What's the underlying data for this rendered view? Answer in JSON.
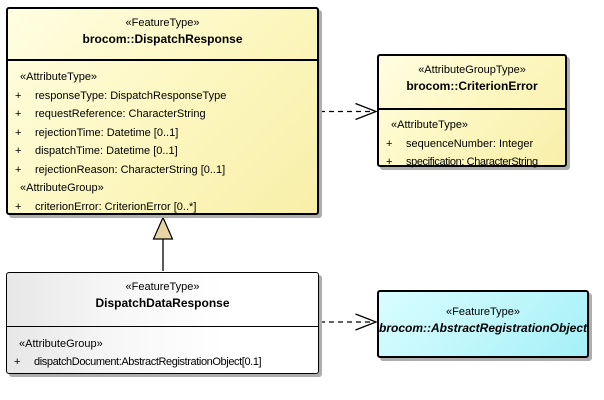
{
  "diagram": {
    "kind": "uml-class-diagram",
    "background": "#FFFFFF"
  },
  "colors": {
    "class_fill_yellow_light": "#FFFEE2",
    "class_fill_yellow_dark": "#F7EFA8",
    "class_fill_gray_left": "#E7E7E7",
    "class_fill_white": "#FFFFFF",
    "class_fill_cyan_light": "#D9FDFF",
    "class_fill_cyan_dark": "#A5F0F7",
    "border": "#000000",
    "shadow": "#AEAEAE",
    "generalization_triangle_fill": "#E9D5A3"
  },
  "classes": {
    "dispatchResponse": {
      "stereotype": "«FeatureType»",
      "name": "brocom::DispatchResponse",
      "sections": [
        {
          "heading": "«AttributeType»",
          "items": [
            {
              "vis": "+",
              "text": "responseType: DispatchResponseType"
            },
            {
              "vis": "+",
              "text": "requestReference: CharacterString"
            },
            {
              "vis": "+",
              "text": "rejectionTime: Datetime [0..1]"
            },
            {
              "vis": "+",
              "text": "dispatchTime: Datetime [0..1]"
            },
            {
              "vis": "+",
              "text": "rejectionReason: CharacterString [0..1]"
            }
          ]
        },
        {
          "heading": "«AttributeGroup»",
          "items": [
            {
              "vis": "+",
              "text": "criterionError: CriterionError [0..*]"
            }
          ]
        }
      ]
    },
    "criterionError": {
      "stereotype": "«AttributeGroupType»",
      "name": "brocom::CriterionError",
      "sections": [
        {
          "heading": "«AttributeType»",
          "items": [
            {
              "vis": "+",
              "text": "sequenceNumber: Integer"
            },
            {
              "vis": "+",
              "text": "specification: CharacterString"
            }
          ]
        }
      ]
    },
    "dispatchDataResponse": {
      "stereotype": "«FeatureType»",
      "name": "DispatchDataResponse",
      "sections": [
        {
          "heading": "«AttributeGroup»",
          "items": [
            {
              "vis": "+",
              "text": "dispatchDocument:AbstractRegistrationObject[0.1]"
            }
          ]
        }
      ]
    },
    "abstractRegistrationObject": {
      "stereotype": "«FeatureType»",
      "name": "brocom::AbstractRegistrationObject"
    }
  },
  "edges": [
    {
      "type": "dependency",
      "style": "dashed-open-arrow",
      "from": "brocom::DispatchResponse",
      "to": "brocom::CriterionError"
    },
    {
      "type": "generalization",
      "style": "solid-hollow-triangle",
      "from": "DispatchDataResponse",
      "to": "brocom::DispatchResponse"
    },
    {
      "type": "dependency",
      "style": "dashed-open-arrow",
      "from": "DispatchDataResponse",
      "to": "brocom::AbstractRegistrationObject"
    }
  ]
}
